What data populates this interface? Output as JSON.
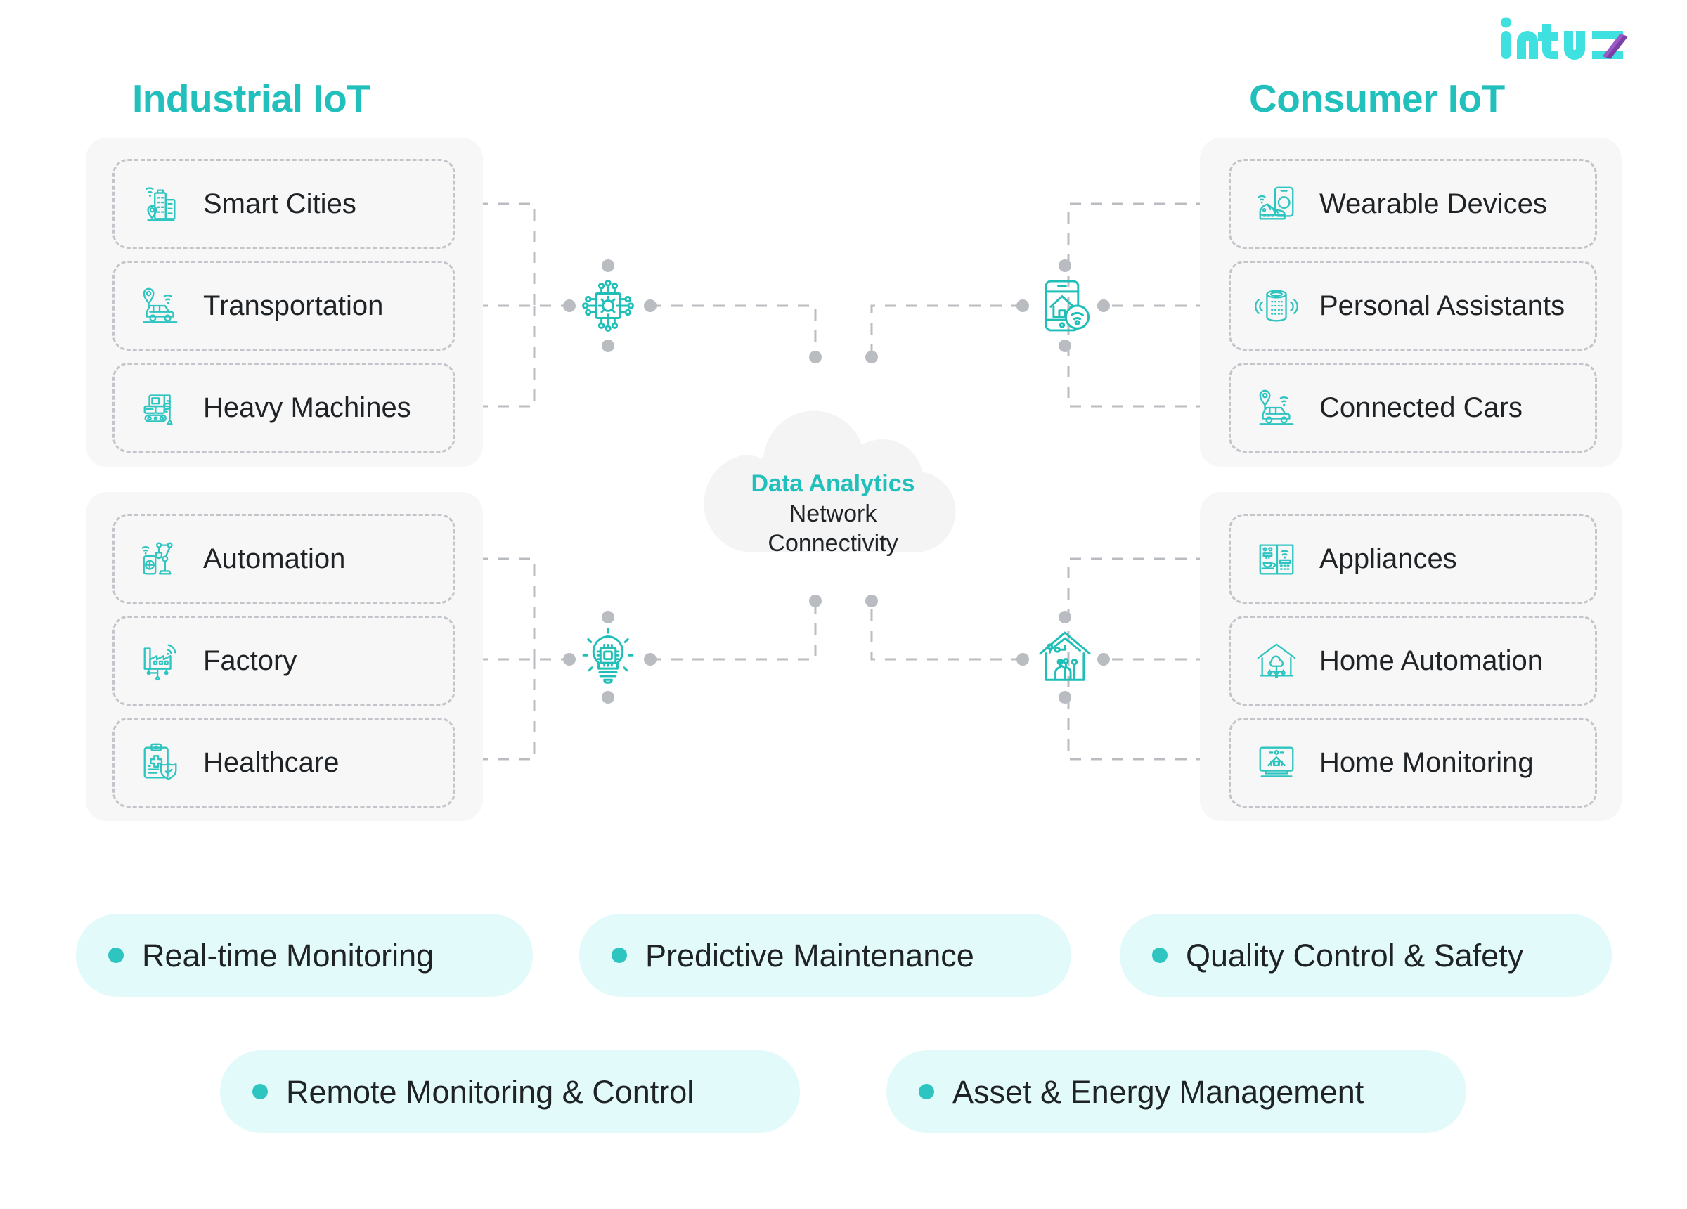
{
  "brand": {
    "logo_text": "intuz",
    "logo_color": "#3fe0e0",
    "logo_accent_color": "#7b3fa8",
    "accent_color": "#21c0bc",
    "panel_bg": "#f7f7f8",
    "pill_bg": "#e2fafa",
    "pill_dot_color": "#2ec4c0",
    "connector_color": "#b9bcc0",
    "text_color": "#1f2326"
  },
  "sections": {
    "industrial": {
      "title": "Industrial IoT",
      "groups": [
        {
          "hub_icon": "microchip-gear-icon",
          "items": [
            {
              "label": "Smart Cities",
              "icon": "smart-city-icon"
            },
            {
              "label": "Transportation",
              "icon": "connected-car-icon"
            },
            {
              "label": "Heavy Machines",
              "icon": "excavator-icon"
            }
          ]
        },
        {
          "hub_icon": "lightbulb-chip-icon",
          "items": [
            {
              "label": "Automation",
              "icon": "robot-arm-icon"
            },
            {
              "label": "Factory",
              "icon": "factory-wifi-icon"
            },
            {
              "label": "Healthcare",
              "icon": "medical-clipboard-icon"
            }
          ]
        }
      ]
    },
    "consumer": {
      "title": "Consumer IoT",
      "groups": [
        {
          "hub_icon": "smartphone-home-wifi-icon",
          "items": [
            {
              "label": "Wearable Devices",
              "icon": "wearable-shoe-phone-icon"
            },
            {
              "label": "Personal Assistants",
              "icon": "smart-speaker-icon"
            },
            {
              "label": "Connected Cars",
              "icon": "connected-car-icon"
            }
          ]
        },
        {
          "hub_icon": "smart-house-circuit-icon",
          "items": [
            {
              "label": "Appliances",
              "icon": "coffee-machine-wifi-icon"
            },
            {
              "label": "Home Automation",
              "icon": "house-cloud-network-icon"
            },
            {
              "label": "Home Monitoring",
              "icon": "home-monitoring-icon"
            }
          ]
        }
      ]
    }
  },
  "center_cloud": {
    "line1": "Data Analytics",
    "line2": "Network",
    "line3": "Connectivity"
  },
  "benefit_pills": {
    "row1": [
      {
        "label": "Real-time Monitoring"
      },
      {
        "label": "Predictive Maintenance"
      },
      {
        "label": "Quality Control & Safety"
      }
    ],
    "row2": [
      {
        "label": "Remote Monitoring & Control"
      },
      {
        "label": "Asset & Energy Management"
      }
    ]
  }
}
